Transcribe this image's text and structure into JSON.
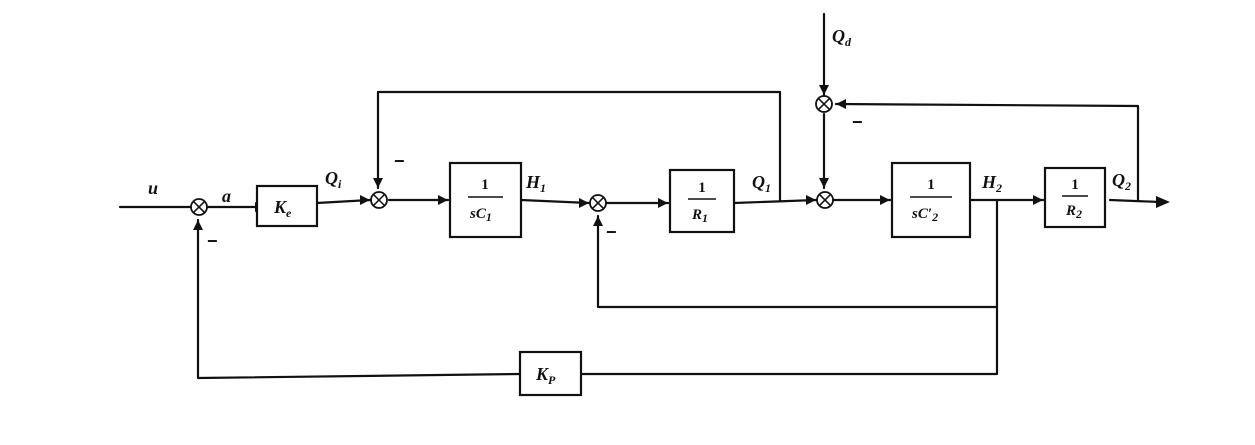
{
  "signals": {
    "u": "u",
    "a": "a",
    "qi": {
      "main": "Q",
      "sub": "i"
    },
    "h1": {
      "main": "H",
      "sub": "1"
    },
    "q1": {
      "main": "Q",
      "sub": "1"
    },
    "qd": {
      "main": "Q",
      "sub": "d"
    },
    "h2": {
      "main": "H",
      "sub": "2"
    },
    "q2": {
      "main": "Q",
      "sub": "2"
    }
  },
  "blocks": {
    "ke": {
      "main": "K",
      "sub": "e"
    },
    "c1": {
      "num": "1",
      "den_main": "sC",
      "den_sub": "1"
    },
    "r1": {
      "num": "1",
      "den_main": "R",
      "den_sub": "1"
    },
    "c2": {
      "num": "1",
      "den_main": "sC",
      "den_prime": "′",
      "den_sub": "2"
    },
    "r2": {
      "num": "1",
      "den_main": "R",
      "den_sub": "2"
    },
    "kp": {
      "main": "K",
      "sub": "P"
    }
  },
  "signs": {
    "sum1_feedback": "−",
    "sum2_feedback": "−",
    "sum3_feedback": "−",
    "sum_qd_feedback": "−"
  },
  "colors": {
    "ink": "#111111",
    "background": "#ffffff"
  }
}
